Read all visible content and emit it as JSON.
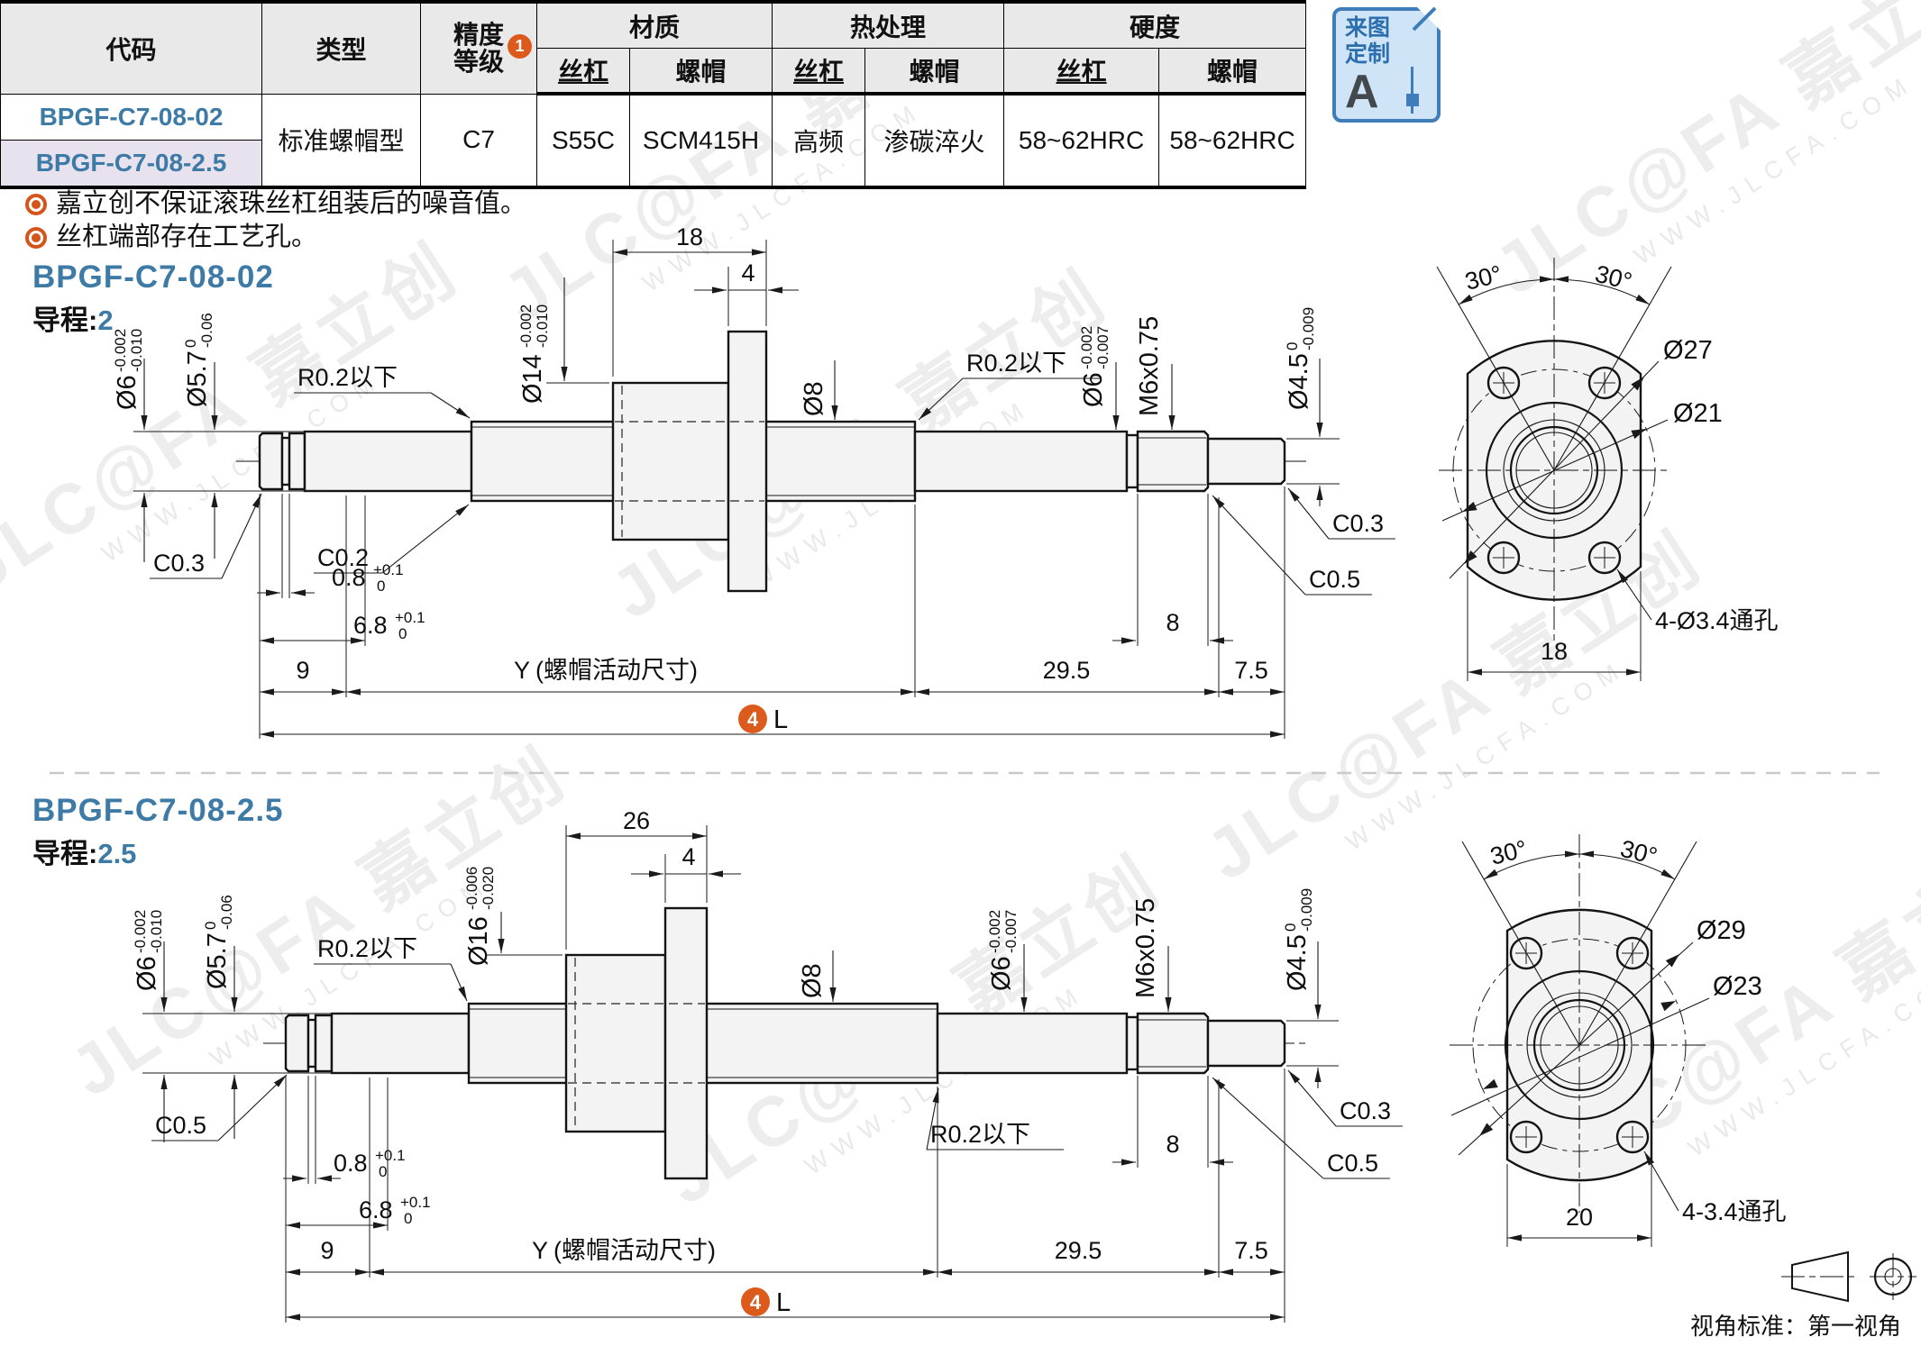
{
  "watermark": {
    "brand": "JLC@FA 嘉立创",
    "url": "WWW.JLCFA.COM"
  },
  "table": {
    "h_code": "代码",
    "h_type": "类型",
    "h_prec1": "精度",
    "h_prec2": "等级",
    "h_prec_badge": "1",
    "h_material": "材质",
    "h_heat": "热处理",
    "h_hardness": "硬度",
    "h_screw": "丝杠",
    "h_nut": "螺帽",
    "rows": [
      {
        "code": "BPGF-C7-08-02"
      },
      {
        "code": "BPGF-C7-08-2.5"
      }
    ],
    "merged": {
      "type": "标准螺帽型",
      "precision": "C7",
      "mat_screw": "S55C",
      "mat_nut": "SCM415H",
      "heat_screw": "高频",
      "heat_nut": "渗碳淬火",
      "hard_screw": "58~62HRC",
      "hard_nut": "58~62HRC"
    }
  },
  "badge": {
    "line1": "来图",
    "line2": "定制",
    "letter": "A"
  },
  "notes": [
    "嘉立创不保证滚珠丝杠组装后的噪音值。",
    "丝杠端部存在工艺孔。"
  ],
  "d1": {
    "code": "BPGF-C7-08-02",
    "lead_label": "导程:",
    "lead": "2",
    "dims": {
      "dia_left1": "Ø6",
      "dia_left1_u": "-0.002",
      "dia_left1_l": "-0.010",
      "dia_left2": "Ø5.7",
      "dia_left2_u": "0",
      "dia_left2_l": "-0.06",
      "r_left": "R0.2以下",
      "r_right": "R0.2以下",
      "nut_len": "18",
      "flange_w": "4",
      "dia_nut": "Ø14",
      "dia_nut_u": "-0.002",
      "dia_nut_l": "-0.010",
      "dia_screw": "Ø8",
      "dia_right1": "Ø6",
      "dia_right1_u": "-0.002",
      "dia_right1_l": "-0.007",
      "thread": "M6x0.75",
      "dia_end": "Ø4.5",
      "dia_end_u": "0",
      "dia_end_l": "-0.009",
      "c1": "C0.3",
      "c2": "C0.2",
      "c3": "C0.3",
      "c4": "C0.5",
      "groove_w": "0.8",
      "groove_w_u": "+0.1",
      "groove_w_l": "0",
      "groove_pos": "6.8",
      "groove_pos_u": "+0.1",
      "groove_pos_l": "0",
      "len9": "9",
      "lenY_hl": "Y",
      "lenY": "(螺帽活动尺寸)",
      "len295": "29.5",
      "len8": "8",
      "len75": "7.5",
      "L_num": "4",
      "L": "L"
    },
    "flange": {
      "a1": "30°",
      "a2": "30°",
      "od": "Ø27",
      "bcd": "Ø21",
      "w": "18",
      "holes": "4-Ø3.4通孔"
    }
  },
  "d2": {
    "code": "BPGF-C7-08-2.5",
    "lead_label": "导程:",
    "lead": "2.5",
    "dims": {
      "dia_left1": "Ø6",
      "dia_left1_u": "-0.002",
      "dia_left1_l": "-0.010",
      "dia_left2": "Ø5.7",
      "dia_left2_u": "0",
      "dia_left2_l": "-0.06",
      "r_left": "R0.2以下",
      "r_right": "R0.2以下",
      "nut_len": "26",
      "flange_w": "4",
      "dia_nut": "Ø16",
      "dia_nut_u": "-0.006",
      "dia_nut_l": "-0.020",
      "dia_screw": "Ø8",
      "dia_right1": "Ø6",
      "dia_right1_u": "-0.002",
      "dia_right1_l": "-0.007",
      "thread": "M6x0.75",
      "dia_end": "Ø4.5",
      "dia_end_u": "0",
      "dia_end_l": "-0.009",
      "c1": "C0.5",
      "c3": "C0.3",
      "c4": "C0.5",
      "groove_w": "0.8",
      "groove_w_u": "+0.1",
      "groove_w_l": "0",
      "groove_pos": "6.8",
      "groove_pos_u": "+0.1",
      "groove_pos_l": "0",
      "len9": "9",
      "lenY_hl": "Y",
      "lenY": "(螺帽活动尺寸)",
      "len295": "29.5",
      "len8": "8",
      "len75": "7.5",
      "L_num": "4",
      "L": "L"
    },
    "flange": {
      "a1": "30°",
      "a2": "30°",
      "od": "Ø29",
      "bcd": "Ø23",
      "w": "20",
      "holes": "4-3.4通孔"
    }
  },
  "footer": {
    "standard": "视角标准：第一视角"
  }
}
